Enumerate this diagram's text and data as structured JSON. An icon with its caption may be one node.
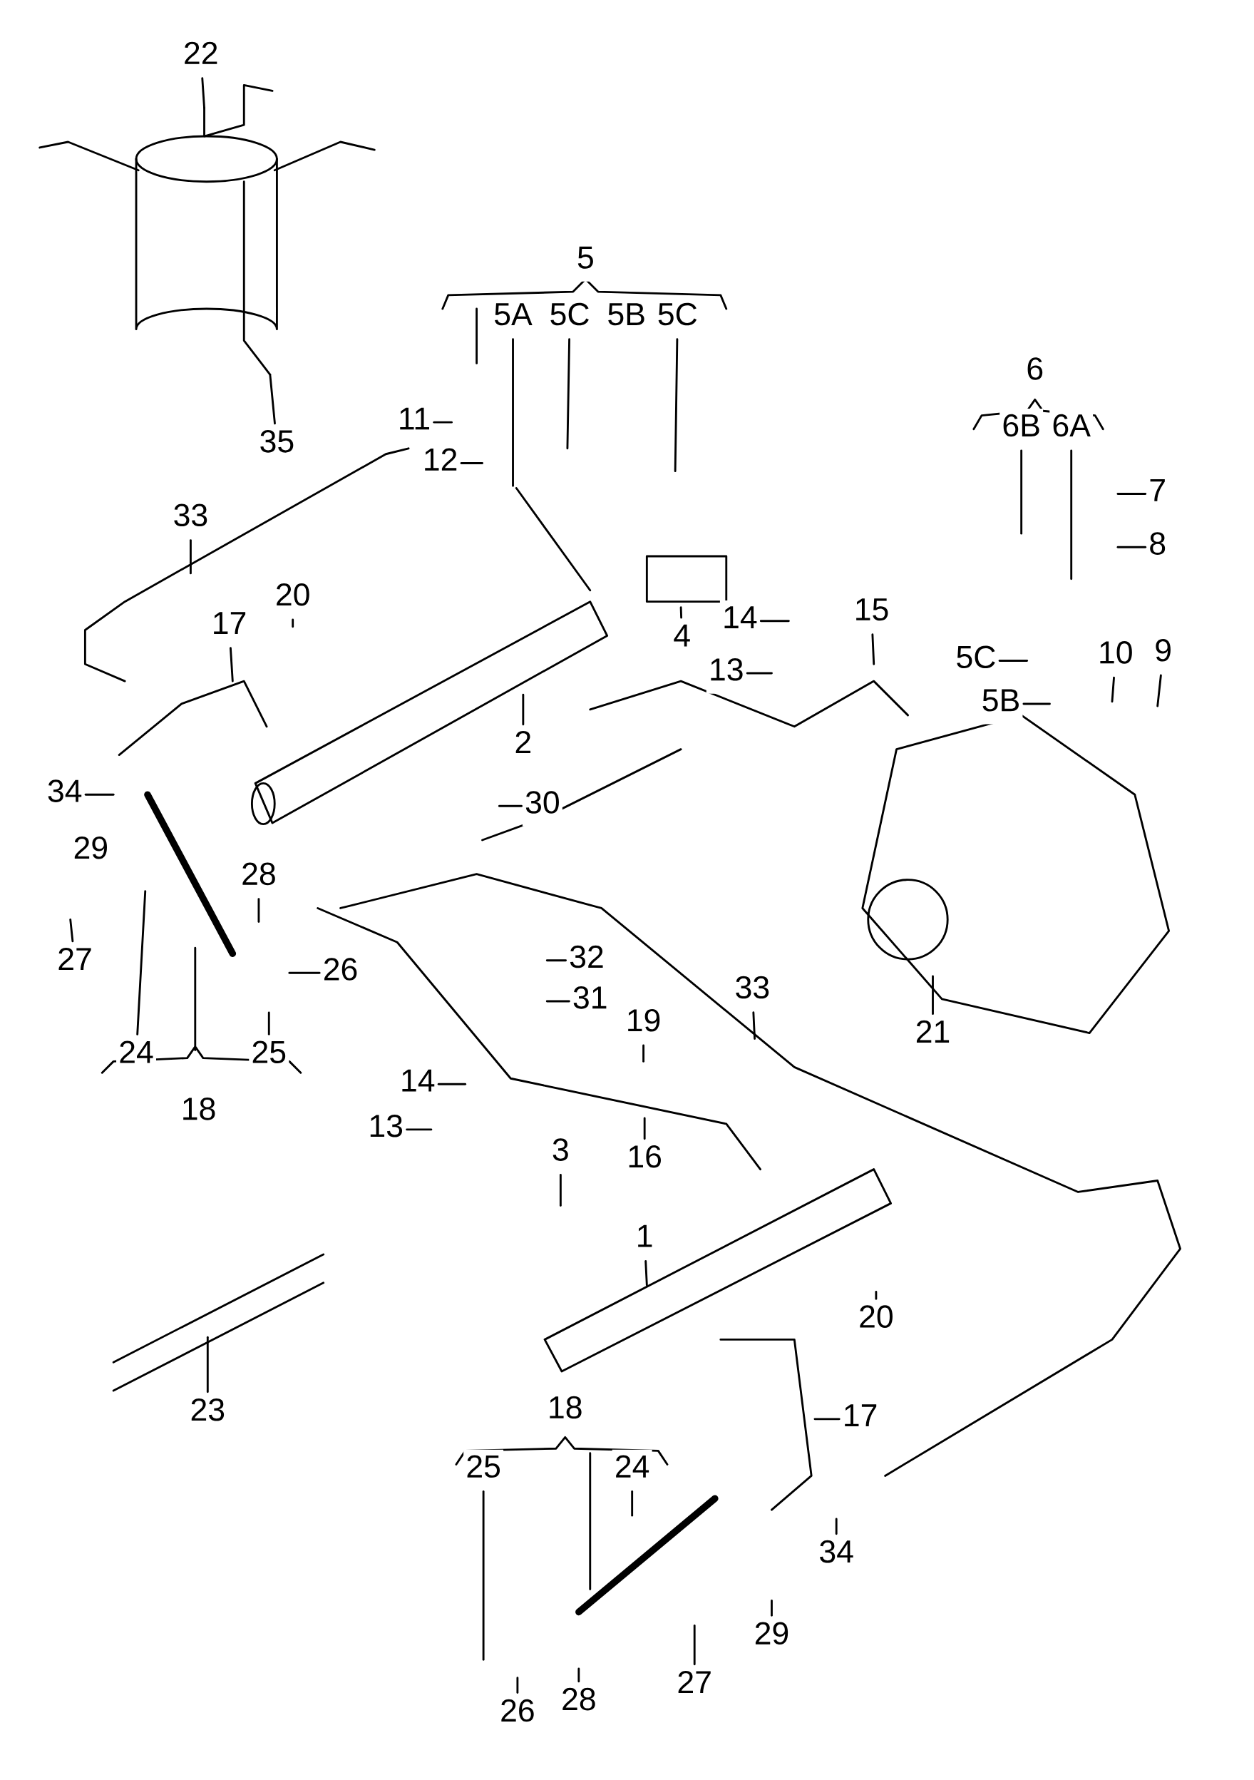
{
  "diagram": {
    "nodes": [
      {
        "text": [
          "22"
        ]
      },
      {
        "text": [
          "35"
        ]
      },
      {
        "text": [
          "11"
        ]
      },
      {
        "text": [
          "12"
        ]
      },
      {
        "text": [
          "5A"
        ]
      },
      {
        "text": [
          "5C"
        ]
      },
      {
        "text": [
          "5C"
        ]
      },
      {
        "text": [
          "33"
        ]
      },
      {
        "text": [
          "20"
        ]
      },
      {
        "text": [
          "17"
        ]
      },
      {
        "text": [
          "4"
        ]
      },
      {
        "text": [
          "14"
        ]
      },
      {
        "text": [
          "13"
        ]
      },
      {
        "text": [
          "15"
        ]
      },
      {
        "text": [
          "2"
        ]
      },
      {
        "text": [
          "6B"
        ]
      },
      {
        "text": [
          "6A"
        ]
      },
      {
        "text": [
          "7"
        ]
      },
      {
        "text": [
          "8"
        ]
      },
      {
        "text": [
          "10"
        ]
      },
      {
        "text": [
          "9"
        ]
      },
      {
        "text": [
          "5C"
        ]
      },
      {
        "text": [
          "5B"
        ]
      },
      {
        "text": [
          "34"
        ]
      },
      {
        "text": [
          "30"
        ]
      },
      {
        "text": [
          "28"
        ]
      },
      {
        "text": [
          "27"
        ]
      },
      {
        "text": [
          "26"
        ]
      },
      {
        "text": [
          "32"
        ]
      },
      {
        "text": [
          "31"
        ]
      },
      {
        "text": [
          "24"
        ]
      },
      {
        "text": [
          "25"
        ]
      },
      {
        "text": [
          "21"
        ]
      },
      {
        "text": [
          "33"
        ]
      },
      {
        "text": [
          "19"
        ]
      },
      {
        "text": [
          "14"
        ]
      },
      {
        "text": [
          "13"
        ]
      },
      {
        "text": [
          "16"
        ]
      },
      {
        "text": [
          "3"
        ]
      },
      {
        "text": [
          "1"
        ]
      },
      {
        "text": [
          "20"
        ]
      },
      {
        "text": [
          "23"
        ]
      },
      {
        "text": [
          "17"
        ]
      },
      {
        "text": [
          "25"
        ]
      },
      {
        "text": [
          "24"
        ]
      },
      {
        "text": [
          "34"
        ]
      },
      {
        "text": [
          "29"
        ]
      },
      {
        "text": [
          "27"
        ]
      },
      {
        "text": [
          "26"
        ]
      },
      {
        "text": [
          "28"
        ]
      }
    ],
    "edges": [
      {
        "from": 0,
        "to": null,
        "arrow": "none"
      },
      {
        "from": 1,
        "to": null,
        "arrow": "none"
      },
      {
        "from": 2,
        "to": null,
        "arrow": "none"
      },
      {
        "from": 3,
        "to": null,
        "arrow": "none"
      },
      {
        "from": 4,
        "to": null,
        "arrow": "none"
      },
      {
        "from": 5,
        "to": null,
        "arrow": "none"
      },
      {
        "from": 6,
        "to": null,
        "arrow": "none"
      },
      {
        "from": 7,
        "to": null,
        "arrow": "none"
      },
      {
        "from": 8,
        "to": null,
        "arrow": "none"
      },
      {
        "from": 9,
        "to": null,
        "arrow": "none"
      },
      {
        "from": 10,
        "to": null,
        "arrow": "none"
      },
      {
        "from": 11,
        "to": null,
        "arrow": "none"
      },
      {
        "from": 12,
        "to": null,
        "arrow": "none"
      },
      {
        "from": 13,
        "to": null,
        "arrow": "none"
      },
      {
        "from": 14,
        "to": null,
        "arrow": "none"
      },
      {
        "from": 15,
        "to": null,
        "arrow": "none"
      },
      {
        "from": 16,
        "to": null,
        "arrow": "none"
      },
      {
        "from": 17,
        "to": null,
        "arrow": "none"
      },
      {
        "from": 18,
        "to": null,
        "arrow": "none"
      },
      {
        "from": 19,
        "to": null,
        "arrow": "none"
      },
      {
        "from": 20,
        "to": null,
        "arrow": "none"
      },
      {
        "from": 21,
        "to": null,
        "arrow": "none"
      },
      {
        "from": 22,
        "to": null,
        "arrow": "none"
      },
      {
        "from": 23,
        "to": null,
        "arrow": "none"
      },
      {
        "from": 24,
        "to": null,
        "arrow": "none"
      },
      {
        "from": 25,
        "to": null,
        "arrow": "none"
      },
      {
        "from": 26,
        "to": null,
        "arrow": "none"
      },
      {
        "from": 27,
        "to": null,
        "arrow": "none"
      },
      {
        "from": 28,
        "to": null,
        "arrow": "none"
      },
      {
        "from": 29,
        "to": null,
        "arrow": "none"
      },
      {
        "from": 30,
        "to": null,
        "arrow": "none"
      },
      {
        "from": 31,
        "to": null,
        "arrow": "none"
      },
      {
        "from": 32,
        "to": null,
        "arrow": "none"
      },
      {
        "from": 33,
        "to": null,
        "arrow": "none"
      },
      {
        "from": 34,
        "to": null,
        "arrow": "none"
      },
      {
        "from": 35,
        "to": null,
        "arrow": "none"
      },
      {
        "from": 36,
        "to": null,
        "arrow": "none"
      },
      {
        "from": 37,
        "to": null,
        "arrow": "none"
      },
      {
        "from": 38,
        "to": null,
        "arrow": "none"
      },
      {
        "from": 39,
        "to": null,
        "arrow": "none"
      },
      {
        "from": 40,
        "to": null,
        "arrow": "none"
      },
      {
        "from": 41,
        "to": null,
        "arrow": "none"
      },
      {
        "from": 42,
        "to": null,
        "arrow": "none"
      },
      {
        "from": 43,
        "to": null,
        "arrow": "none"
      },
      {
        "from": 44,
        "to": null,
        "arrow": "none"
      },
      {
        "from": 45,
        "to": null,
        "arrow": "none"
      },
      {
        "from": 46,
        "to": null,
        "arrow": "none"
      },
      {
        "from": 47,
        "to": null,
        "arrow": "none"
      },
      {
        "from": 48,
        "to": null,
        "arrow": "none"
      },
      {
        "from": 49,
        "to": null,
        "arrow": "none"
      }
    ],
    "labels": [
      "5",
      "5B",
      "6",
      "29",
      "18",
      "18"
    ]
  }
}
